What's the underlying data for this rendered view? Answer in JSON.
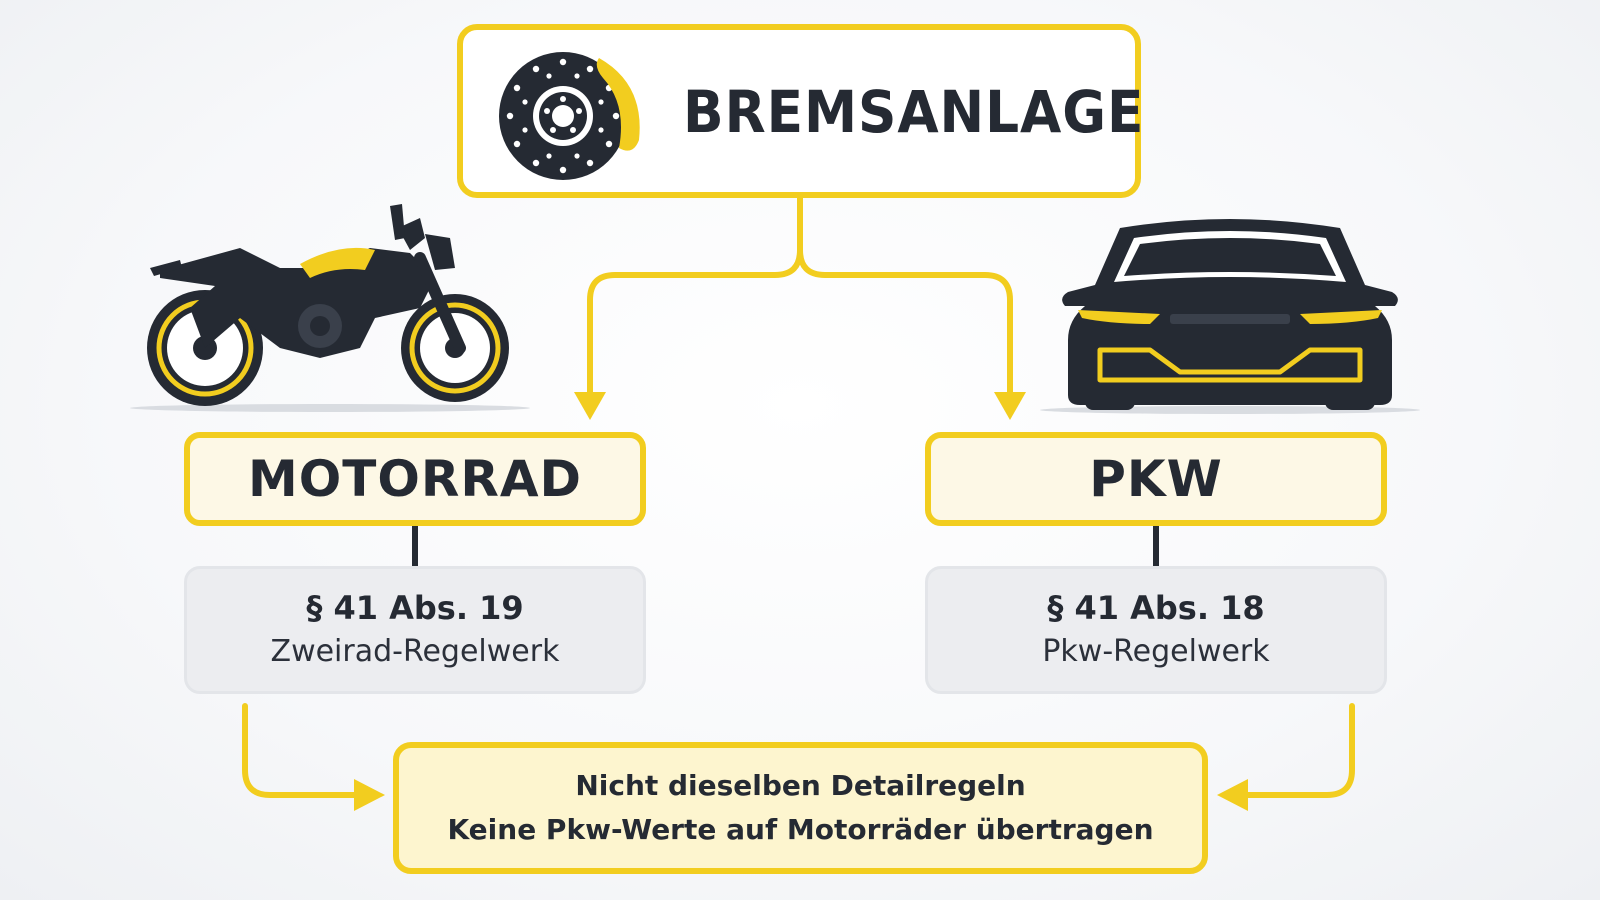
{
  "title": "BREMSANLAGE",
  "left": {
    "label": "MOTORRAD",
    "paragraph": "§ 41 Abs. 19",
    "ruleset": "Zweirad-Regelwerk"
  },
  "right": {
    "label": "PKW",
    "paragraph": "§ 41 Abs. 18",
    "ruleset": "Pkw-Regelwerk"
  },
  "note": {
    "line1": "Nicht dieselben Detailregeln",
    "line2": "Keine Pkw-Werte auf Motorräder übertragen"
  },
  "icons": {
    "title": "brake-disc-icon",
    "left": "motorcycle-icon",
    "right": "car-icon"
  },
  "colors": {
    "accent": "#f2cd1f",
    "dark": "#252a33",
    "rule_bg": "#ecedf0",
    "note_bg": "#fdf5cf"
  }
}
